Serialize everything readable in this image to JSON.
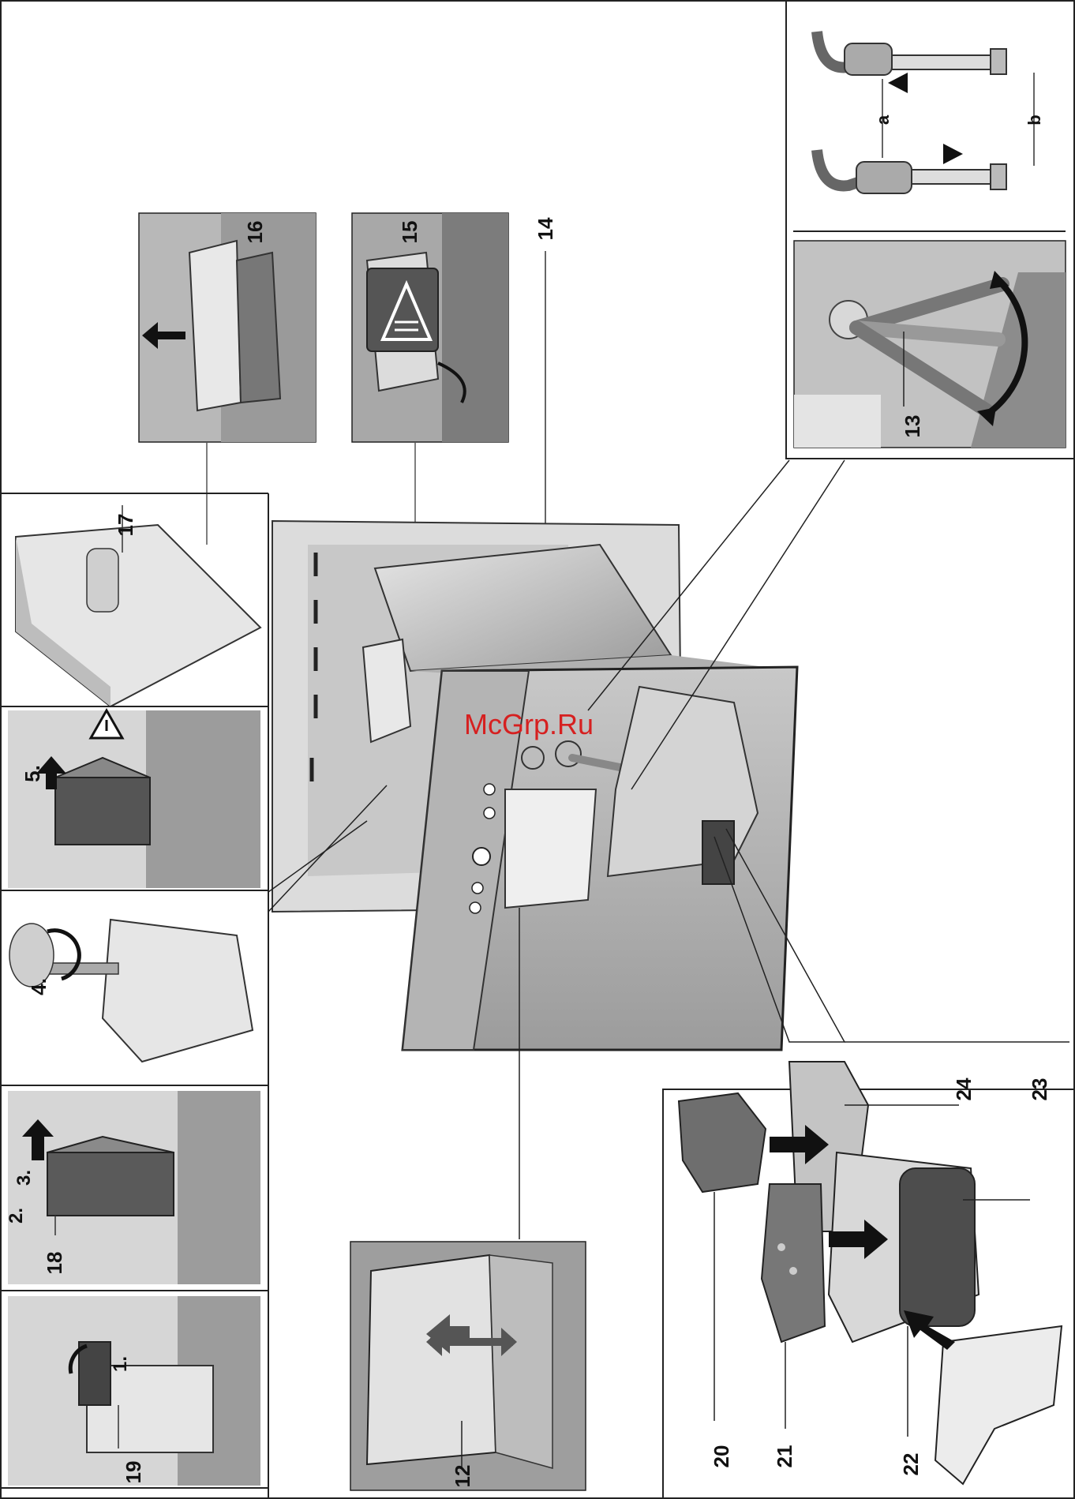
{
  "watermark": "McGrp.Ru",
  "labels": {
    "n12": "12",
    "n13": "13",
    "n14": "14",
    "n15": "15",
    "n16": "16",
    "n17": "17",
    "n18": "18",
    "n19": "19",
    "n20": "20",
    "n21": "21",
    "n22": "22",
    "n23": "23",
    "n24": "24",
    "a": "a",
    "b": "b"
  },
  "steps": {
    "s1": "1.",
    "s2": "2.",
    "s3": "3.",
    "s4": "4.",
    "s5": "5."
  },
  "icons": [
    "warning-triangle-icon",
    "direction-arrow-icon"
  ]
}
